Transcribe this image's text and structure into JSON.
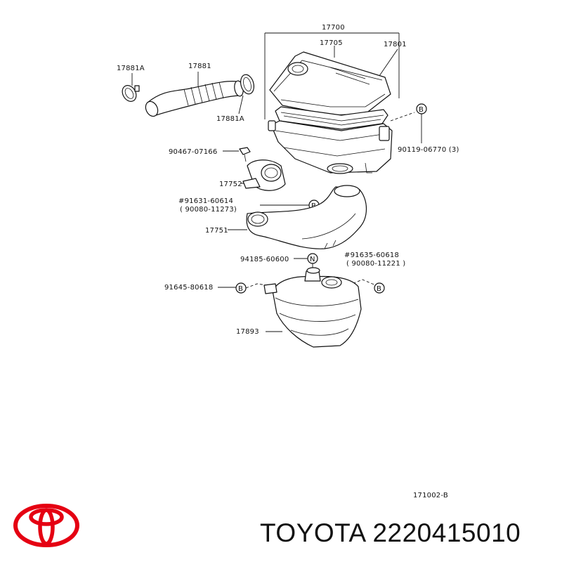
{
  "labels": {
    "p17700": "17700",
    "p17705": "17705",
    "p17801": "17801",
    "p17881A_1": "17881A",
    "p17881": "17881",
    "p17881A_2": "17881A",
    "p90119": "90119-06770 (3)",
    "p90467": "90467-07166",
    "p17752": "17752",
    "p91631": "#91631-60614",
    "p90080a": "( 90080-11273)",
    "p17751": "17751",
    "p94185": "94185-60600",
    "p91635": "#91635-60618",
    "p90080b": "( 90080-11221 )",
    "p91645": "91645-80618",
    "p17893": "17893",
    "diagram_code": "171002-B"
  },
  "callouts": {
    "b": "B",
    "n": "N"
  },
  "footer": {
    "brand_part": "TOYOTA 2220415010"
  },
  "icons": {
    "logo": "toyota-logo",
    "callout": "circled-letter"
  }
}
